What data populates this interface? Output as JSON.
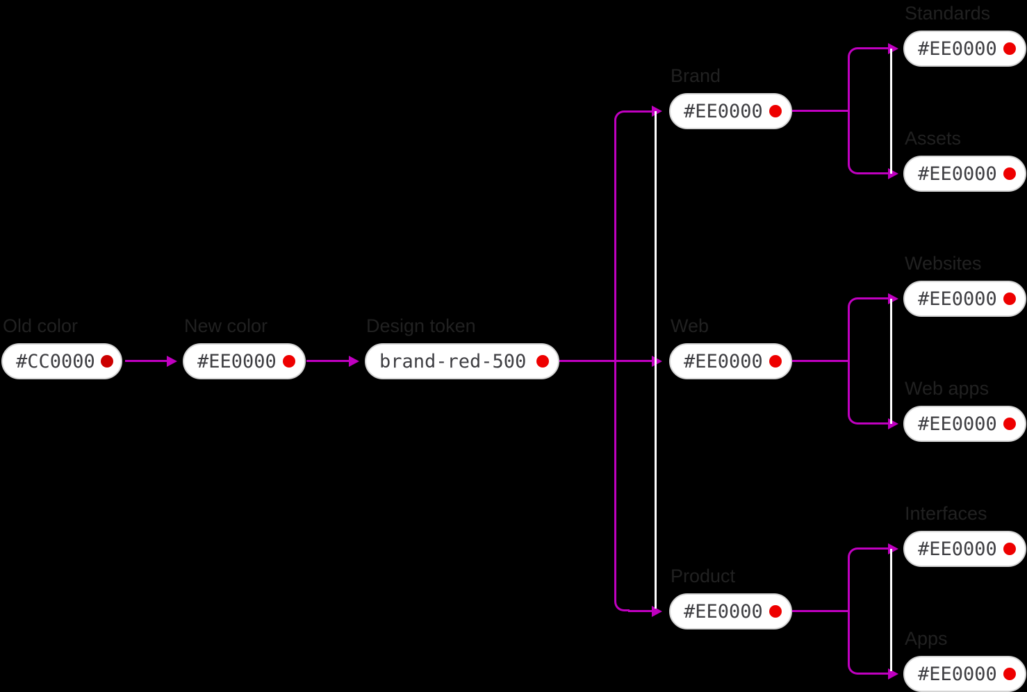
{
  "colors": {
    "background": "#000000",
    "connector": "#c000c0",
    "spine": "#ffffff",
    "pill_background": "#ffffff",
    "pill_border": "#d4d4d4",
    "pill_text": "#3e3e42",
    "label_text": "#212121"
  },
  "nodes": {
    "old_color": {
      "label": "Old color",
      "value": "#CC0000",
      "swatch": "#cc0000"
    },
    "new_color": {
      "label": "New color",
      "value": "#EE0000",
      "swatch": "#ee0000"
    },
    "design_token": {
      "label": "Design token",
      "value": "brand-red-500",
      "swatch": "#ee0000"
    },
    "brand": {
      "label": "Brand",
      "value": "#EE0000",
      "swatch": "#ee0000"
    },
    "web": {
      "label": "Web",
      "value": "#EE0000",
      "swatch": "#ee0000"
    },
    "product": {
      "label": "Product",
      "value": "#EE0000",
      "swatch": "#ee0000"
    },
    "standards": {
      "label": "Standards",
      "value": "#EE0000",
      "swatch": "#ee0000"
    },
    "assets": {
      "label": "Assets",
      "value": "#EE0000",
      "swatch": "#ee0000"
    },
    "websites": {
      "label": "Websites",
      "value": "#EE0000",
      "swatch": "#ee0000"
    },
    "web_apps": {
      "label": "Web apps",
      "value": "#EE0000",
      "swatch": "#ee0000"
    },
    "interfaces": {
      "label": "Interfaces",
      "value": "#EE0000",
      "swatch": "#ee0000"
    },
    "apps": {
      "label": "Apps",
      "value": "#EE0000",
      "swatch": "#ee0000"
    }
  }
}
